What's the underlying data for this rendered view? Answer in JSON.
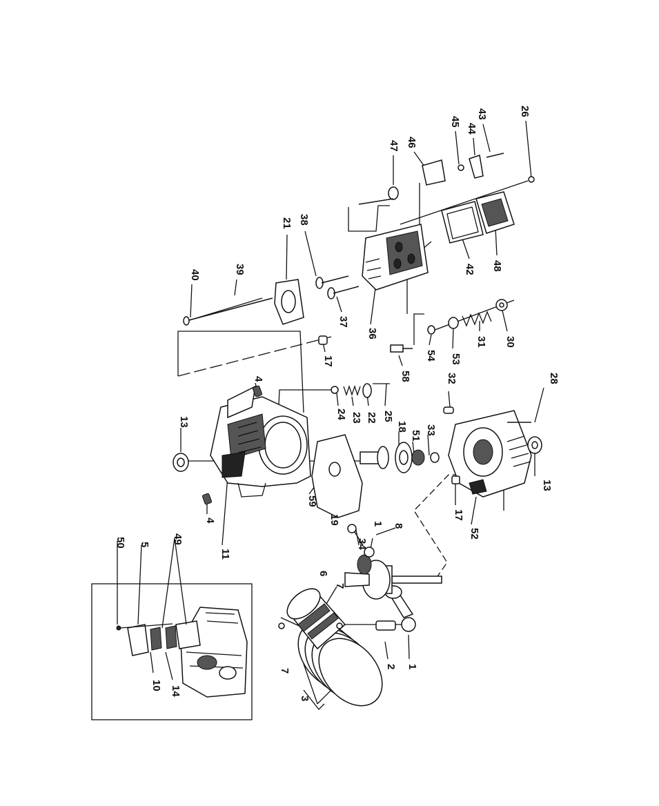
{
  "diagram": {
    "labels": {
      "l1a": "1",
      "l1b": "1",
      "l2": "2",
      "l3": "3",
      "l4a": "4",
      "l4b": "4",
      "l5": "5",
      "l6": "6",
      "l7a": "7",
      "l7b": "7",
      "l8": "8",
      "l10": "10",
      "l11": "11",
      "l13a": "13",
      "l13b": "13",
      "l14": "14",
      "l17a": "17",
      "l17b": "17",
      "l18": "18",
      "l19": "19",
      "l21": "21",
      "l22": "22",
      "l23": "23",
      "l24": "24",
      "l25": "25",
      "l26": "26",
      "l28": "28",
      "l30": "30",
      "l31": "31",
      "l32": "32",
      "l33": "33",
      "l34": "34",
      "l36": "36",
      "l37": "37",
      "l38": "38",
      "l39": "39",
      "l40": "40",
      "l42": "42",
      "l43": "43",
      "l44": "44",
      "l45": "45",
      "l46": "46",
      "l47": "47",
      "l48": "48",
      "l49": "49",
      "l50": "50",
      "l51": "51",
      "l52": "52",
      "l53": "53",
      "l54": "54",
      "l58": "58",
      "l59": "59"
    }
  }
}
